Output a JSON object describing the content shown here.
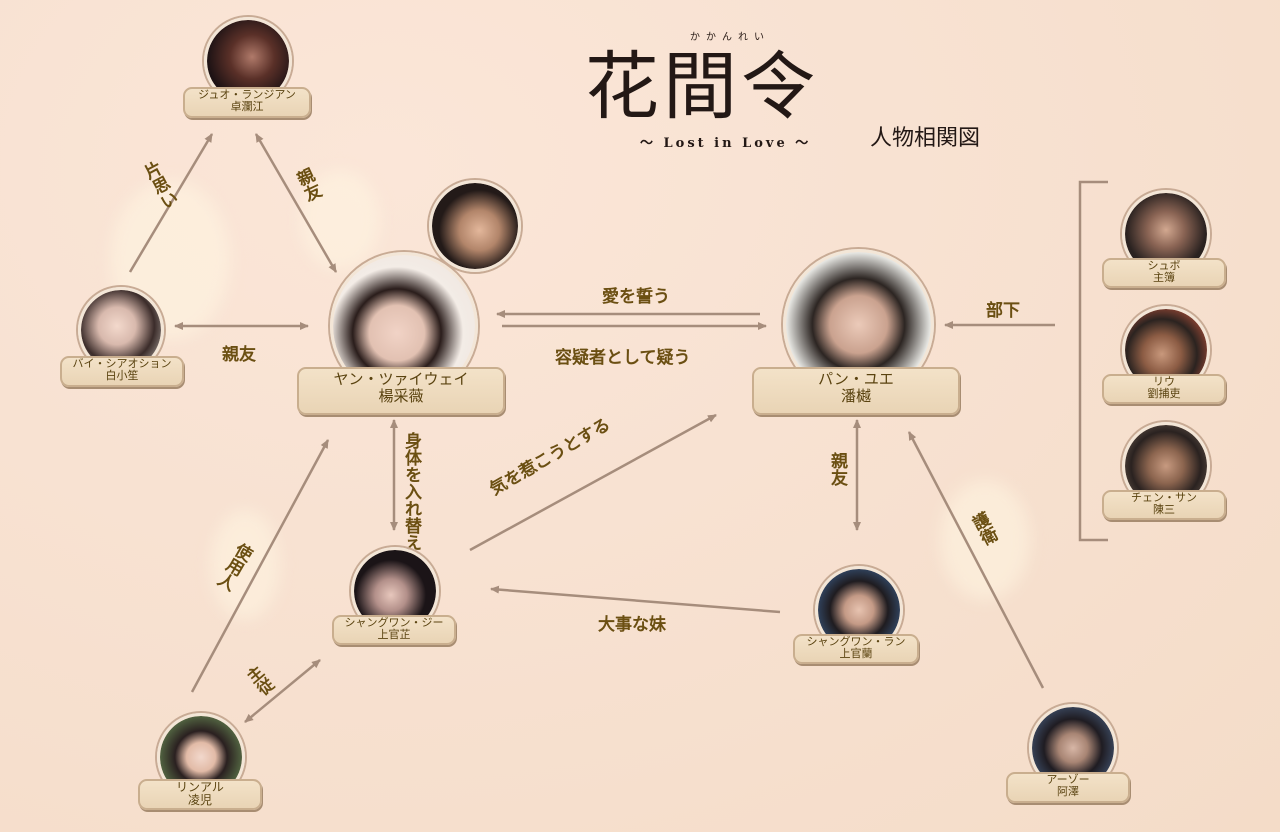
{
  "header": {
    "ruby": "かかんれい",
    "title": "花間令",
    "subtitle": "〜 Lost in Love 〜",
    "chart_title": "人物相関図"
  },
  "colors": {
    "background": "#f8e2d2",
    "text": "#6b4f12",
    "arrow": "#a68d7c",
    "plaque": "#ecd8bb",
    "plaque_border": "#c9ae8e"
  },
  "characters": {
    "zhuo": {
      "kana": "ジュオ・ランジアン",
      "kanji": "卓瀾江"
    },
    "bai": {
      "kana": "バイ・シアオション",
      "kanji": "白小笙"
    },
    "yang": {
      "kana": "ヤン・ツァイウェイ",
      "kanji": "楊采薇"
    },
    "pan": {
      "kana": "パン・ユエ",
      "kanji": "潘樾"
    },
    "shubo": {
      "kana": "シュボ",
      "kanji": "主簿"
    },
    "liu": {
      "kana": "リウ",
      "kanji": "劉捕吏"
    },
    "chen": {
      "kana": "チェン・サン",
      "kanji": "陳三"
    },
    "shangguanzhi": {
      "kana": "シャングワン・ジー",
      "kanji": "上官芷"
    },
    "shangguanlan": {
      "kana": "シャングワン・ラン",
      "kanji": "上官蘭"
    },
    "linger": {
      "kana": "リンアル",
      "kanji": "凌児"
    },
    "aze": {
      "kana": "アーゾー",
      "kanji": "阿澤"
    }
  },
  "relations": {
    "bai_to_zhuo": "片思い",
    "zhuo_yang": "親友",
    "bai_yang": "親友",
    "pan_to_yang": "愛を誓う",
    "yang_to_pan": "容疑者として疑う",
    "subordinates_to_pan": "部下",
    "yang_zhi": "身体を入れ替える",
    "zhi_to_pan": "気を惹こうとする",
    "pan_lan": "親友",
    "aze_to_pan": "護衛",
    "lan_to_zhi": "大事な妹",
    "linger_to_yang": "使用人",
    "linger_zhi": "主従"
  },
  "chart_data": {
    "type": "diagram",
    "title": "花間令 人物相関図",
    "nodes": [
      "卓瀾江",
      "白小笙",
      "楊采薇",
      "潘樾",
      "主簿",
      "劉捕吏",
      "陳三",
      "上官芷",
      "上官蘭",
      "凌児",
      "阿澤"
    ],
    "edges": [
      {
        "from": "白小笙",
        "to": "卓瀾江",
        "label": "片思い",
        "dir": "one-way"
      },
      {
        "from": "卓瀾江",
        "to": "楊采薇",
        "label": "親友",
        "dir": "both"
      },
      {
        "from": "白小笙",
        "to": "楊采薇",
        "label": "親友",
        "dir": "both"
      },
      {
        "from": "潘樾",
        "to": "楊采薇",
        "label": "愛を誓う",
        "dir": "one-way"
      },
      {
        "from": "楊采薇",
        "to": "潘樾",
        "label": "容疑者として疑う",
        "dir": "one-way"
      },
      {
        "from": "主簿/劉捕吏/陳三",
        "to": "潘樾",
        "label": "部下",
        "dir": "one-way"
      },
      {
        "from": "楊采薇",
        "to": "上官芷",
        "label": "身体を入れ替える",
        "dir": "both"
      },
      {
        "from": "上官芷",
        "to": "潘樾",
        "label": "気を惹こうとする",
        "dir": "one-way"
      },
      {
        "from": "潘樾",
        "to": "上官蘭",
        "label": "親友",
        "dir": "both"
      },
      {
        "from": "阿澤",
        "to": "潘樾",
        "label": "護衛",
        "dir": "one-way"
      },
      {
        "from": "上官蘭",
        "to": "上官芷",
        "label": "大事な妹",
        "dir": "one-way"
      },
      {
        "from": "凌児",
        "to": "楊采薇",
        "label": "使用人",
        "dir": "one-way"
      },
      {
        "from": "凌児",
        "to": "上官芷",
        "label": "主従",
        "dir": "both"
      }
    ]
  }
}
